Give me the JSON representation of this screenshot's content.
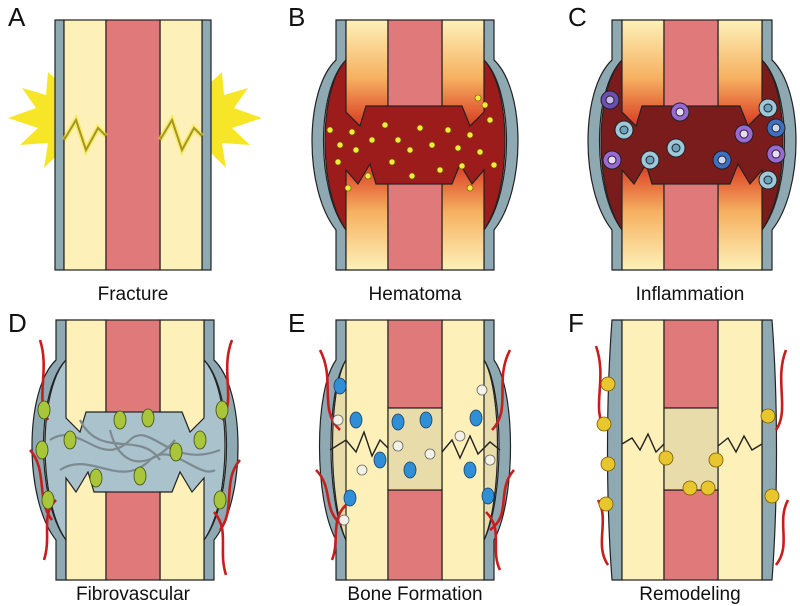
{
  "panels": [
    {
      "letter": "A",
      "caption": "Fracture"
    },
    {
      "letter": "B",
      "caption": "Hematoma"
    },
    {
      "letter": "C",
      "caption": "Inflammation"
    },
    {
      "letter": "D",
      "caption": "Fibrovascular"
    },
    {
      "letter": "E",
      "caption": "Bone Formation"
    },
    {
      "letter": "F",
      "caption": "Remodeling"
    }
  ],
  "colors": {
    "bone": "#fdf1b9",
    "marrow": "#e07a7a",
    "periosteum": "#8fa9b3",
    "hematoma": "#9c1c1c",
    "spark": "#f7e628",
    "vessel": "#c81d1d",
    "fibrous_matrix": "#a9c2cc",
    "new_bone": "#e8dcaa",
    "cell_blue": "#2f8fd6",
    "osteoclast": "#e8c62d"
  }
}
